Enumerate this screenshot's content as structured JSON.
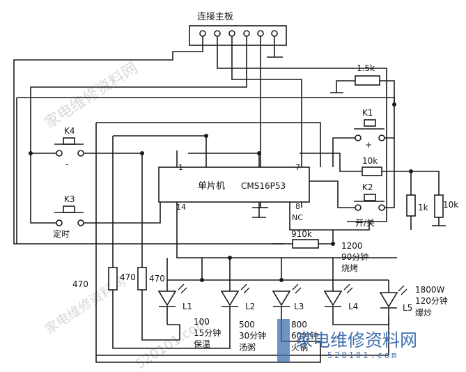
{
  "connector": {
    "label": "连接主板"
  },
  "mcu": {
    "label": "单片机",
    "model": "CMS16P53",
    "pins": {
      "p1": "1",
      "p7": "7",
      "p8": "8",
      "p14": "14",
      "nc": "NC"
    }
  },
  "keys": {
    "k1": {
      "name": "K1",
      "sub": "+"
    },
    "k2": {
      "name": "K2",
      "sub": "开/关"
    },
    "k3": {
      "name": "K3",
      "sub": "定时"
    },
    "k4": {
      "name": "K4",
      "sub": "-"
    }
  },
  "resistors": {
    "r_top": "1.5k",
    "r_10k_h": "10k",
    "r_1k": "1k",
    "r_10k_v": "10k",
    "r_910k": "910k",
    "r_470_a": "470",
    "r_470_b": "470",
    "r_470_c": "470"
  },
  "leds": [
    {
      "name": "L1",
      "power": "100",
      "time": "15分钟",
      "mode": "保温"
    },
    {
      "name": "L2",
      "power": "500",
      "time": "30分钟",
      "mode": "汤粥"
    },
    {
      "name": "L3",
      "power": "800",
      "time": "60分钟",
      "mode": "火锅"
    },
    {
      "name": "L4",
      "power": "1200",
      "time": "90分钟",
      "mode": "烧烤"
    },
    {
      "name": "L5",
      "power": "1800W",
      "time": "120分钟",
      "mode": "爆炒"
    }
  ],
  "watermarks": {
    "text1": "家电维修资料网",
    "text2": "家电维修资料网",
    "text3": "520101.com",
    "logo": "家电维修资料网",
    "logo_url": "520101.com"
  },
  "colors": {
    "line": "#1a1a1a",
    "watermark": "#b9b9b9",
    "logo": "#3f6fae"
  }
}
